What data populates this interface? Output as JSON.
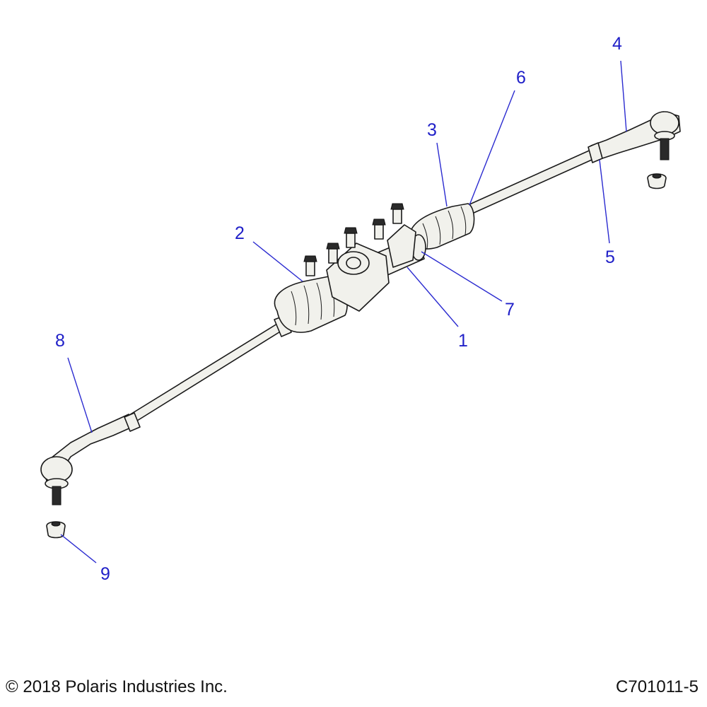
{
  "callouts": [
    {
      "id": "1",
      "label": "1"
    },
    {
      "id": "2",
      "label": "2"
    },
    {
      "id": "3",
      "label": "3"
    },
    {
      "id": "4",
      "label": "4"
    },
    {
      "id": "5",
      "label": "5"
    },
    {
      "id": "6",
      "label": "6"
    },
    {
      "id": "7",
      "label": "7"
    },
    {
      "id": "8",
      "label": "8"
    },
    {
      "id": "9",
      "label": "9"
    }
  ],
  "footer": {
    "copyright": "© 2018 Polaris Industries Inc.",
    "drawing_id": "C701011-5"
  }
}
